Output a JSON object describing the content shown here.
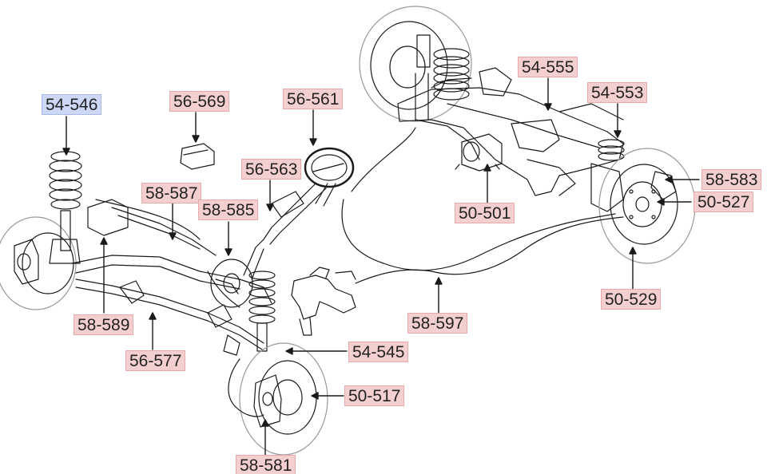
{
  "colors": {
    "callout_fill": "#f4cfcf",
    "callout_highlight_fill": "#cdd8f7",
    "line_color": "#1a1a1a"
  },
  "callouts": {
    "c54_546": "54-546",
    "c56_569": "56-569",
    "c56_561": "56-561",
    "c54_555": "54-555",
    "c54_553": "54-553",
    "c58_583": "58-583",
    "c50_527": "50-527",
    "c56_563": "56-563",
    "c58_587": "58-587",
    "c58_585": "58-585",
    "c50_501": "50-501",
    "c50_529": "50-529",
    "c58_589": "58-589",
    "c58_597": "58-597",
    "c56_577": "56-577",
    "c54_545": "54-545",
    "c50_517": "50-517",
    "c58_581": "58-581"
  }
}
